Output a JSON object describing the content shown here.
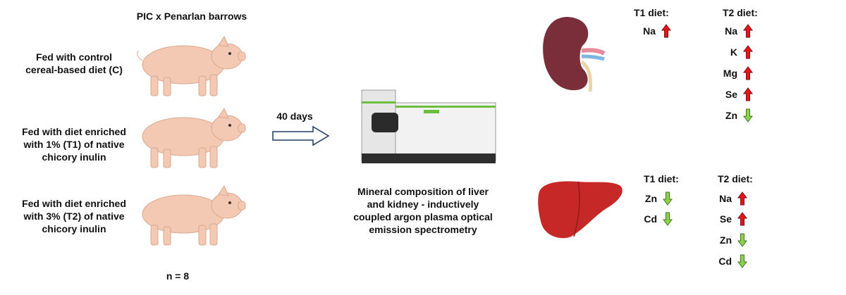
{
  "header": {
    "title": "PIC x Penarlan barrows"
  },
  "groups": [
    {
      "label": "Fed with control\ncereal-based diet (C)"
    },
    {
      "label": "Fed with diet enriched\nwith 1% (T1) of native\nchicory inulin"
    },
    {
      "label": "Fed with diet enriched\nwith 3% (T2) of native\nchicory inulin"
    }
  ],
  "sample_size": "n = 8",
  "duration": "40 days",
  "method": "Mineral composition of liver\nand kidney - inductively\ncoupled argon plasma optical\nemission spectrometry",
  "kidney": {
    "t1": {
      "title": "T1 diet:",
      "items": [
        {
          "el": "Na",
          "dir": "up"
        }
      ]
    },
    "t2": {
      "title": "T2 diet:",
      "items": [
        {
          "el": "Na",
          "dir": "up"
        },
        {
          "el": "K",
          "dir": "up"
        },
        {
          "el": "Mg",
          "dir": "up"
        },
        {
          "el": "Se",
          "dir": "up"
        },
        {
          "el": "Zn",
          "dir": "down"
        }
      ]
    }
  },
  "liver": {
    "t1": {
      "title": "T1 diet:",
      "items": [
        {
          "el": "Zn",
          "dir": "down"
        },
        {
          "el": "Cd",
          "dir": "down"
        }
      ]
    },
    "t2": {
      "title": "T2 diet:",
      "items": [
        {
          "el": "Na",
          "dir": "up"
        },
        {
          "el": "Se",
          "dir": "up"
        },
        {
          "el": "Zn",
          "dir": "down"
        },
        {
          "el": "Cd",
          "dir": "down"
        }
      ]
    }
  },
  "colors": {
    "up_arrow": "#e8141b",
    "down_arrow": "#8fd14f",
    "pig": "#f3c9b4",
    "kidney": "#7a2e39",
    "liver": "#c62828"
  }
}
